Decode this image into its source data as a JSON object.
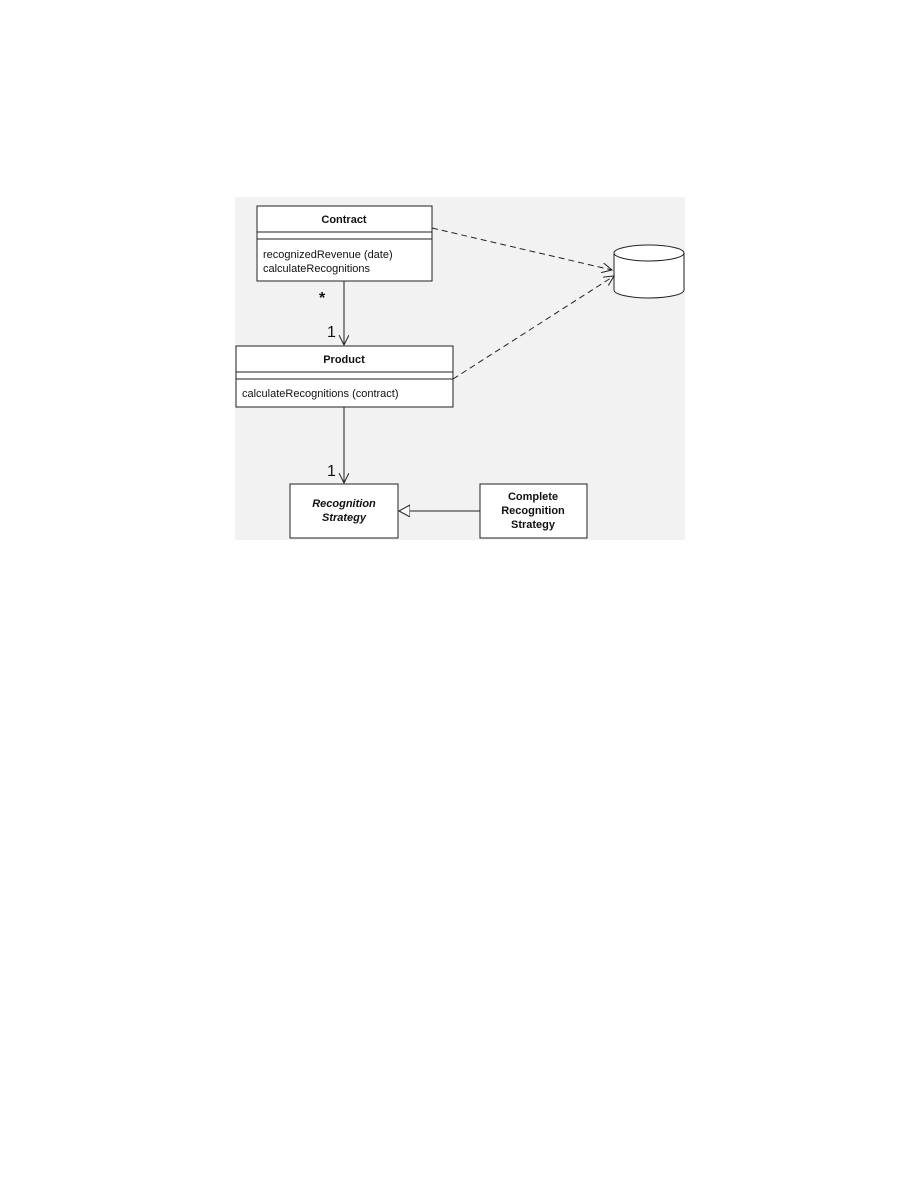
{
  "diagram": {
    "contract": {
      "name": "Contract",
      "operations": [
        "recognizedRevenue (date)",
        "calculateRecognitions"
      ]
    },
    "product": {
      "name": "Product",
      "operations": [
        "calculateRecognitions (contract)"
      ]
    },
    "recognition_strategy": {
      "name_line1": "Recognition",
      "name_line2": "Strategy"
    },
    "complete_recognition_strategy": {
      "name_line1": "Complete",
      "name_line2": "Recognition",
      "name_line3": "Strategy"
    },
    "multiplicities": {
      "contract_end": "*",
      "product_end": "1",
      "strategy_end": "1"
    },
    "colors": {
      "background": "#f2f2f2",
      "box_fill": "#ffffff",
      "line": "#222222"
    }
  }
}
